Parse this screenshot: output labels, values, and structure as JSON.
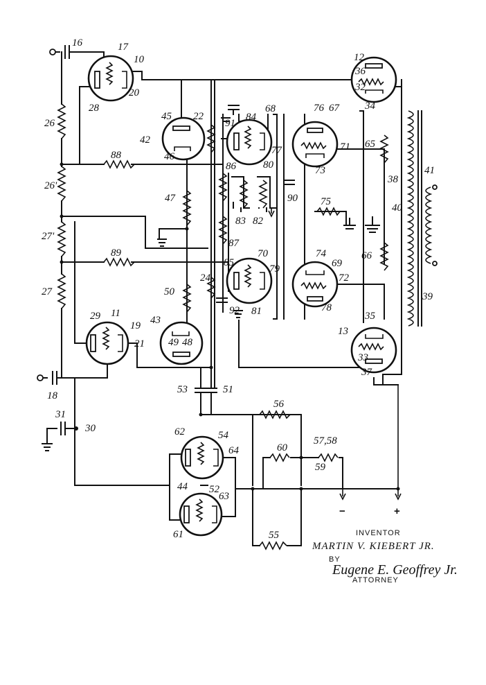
{
  "signs": {
    "minus": "−",
    "plus": "+"
  },
  "signature_block": {
    "caption": "INVENTOR",
    "inventor_name": "MARTIN V. KIEBERT JR.",
    "by": "BY",
    "signature": "Eugene E. Geoffrey Jr.",
    "attorney": "ATTORNEY"
  },
  "diagram": {
    "tubes": [
      {
        "id": "10"
      },
      {
        "id": "11"
      },
      {
        "id": "12"
      },
      {
        "id": "13"
      },
      {
        "id": "42"
      },
      {
        "id": "43"
      },
      {
        "id": "67"
      },
      {
        "id": "68"
      },
      {
        "id": "69"
      },
      {
        "id": "70"
      },
      {
        "id": "44"
      }
    ],
    "labels": [
      "16",
      "17",
      "10",
      "20",
      "28",
      "26",
      "26'",
      "27'",
      "27",
      "88",
      "89",
      "45",
      "42",
      "46",
      "22",
      "47",
      "50",
      "43",
      "49",
      "48",
      "29",
      "11",
      "19",
      "21",
      "18",
      "31",
      "30",
      "53",
      "51",
      "56",
      "62",
      "54",
      "64",
      "44",
      "52",
      "63",
      "61",
      "60",
      "57,58",
      "59",
      "55",
      "91",
      "84",
      "68",
      "77",
      "80",
      "86",
      "83",
      "87",
      "82",
      "85",
      "70",
      "79",
      "81",
      "24",
      "92",
      "76",
      "67",
      "71",
      "73",
      "90",
      "75",
      "74",
      "69",
      "72",
      "78",
      "12",
      "36",
      "32",
      "34",
      "65",
      "38",
      "40",
      "41",
      "66",
      "39",
      "35",
      "13",
      "33",
      "37"
    ]
  }
}
